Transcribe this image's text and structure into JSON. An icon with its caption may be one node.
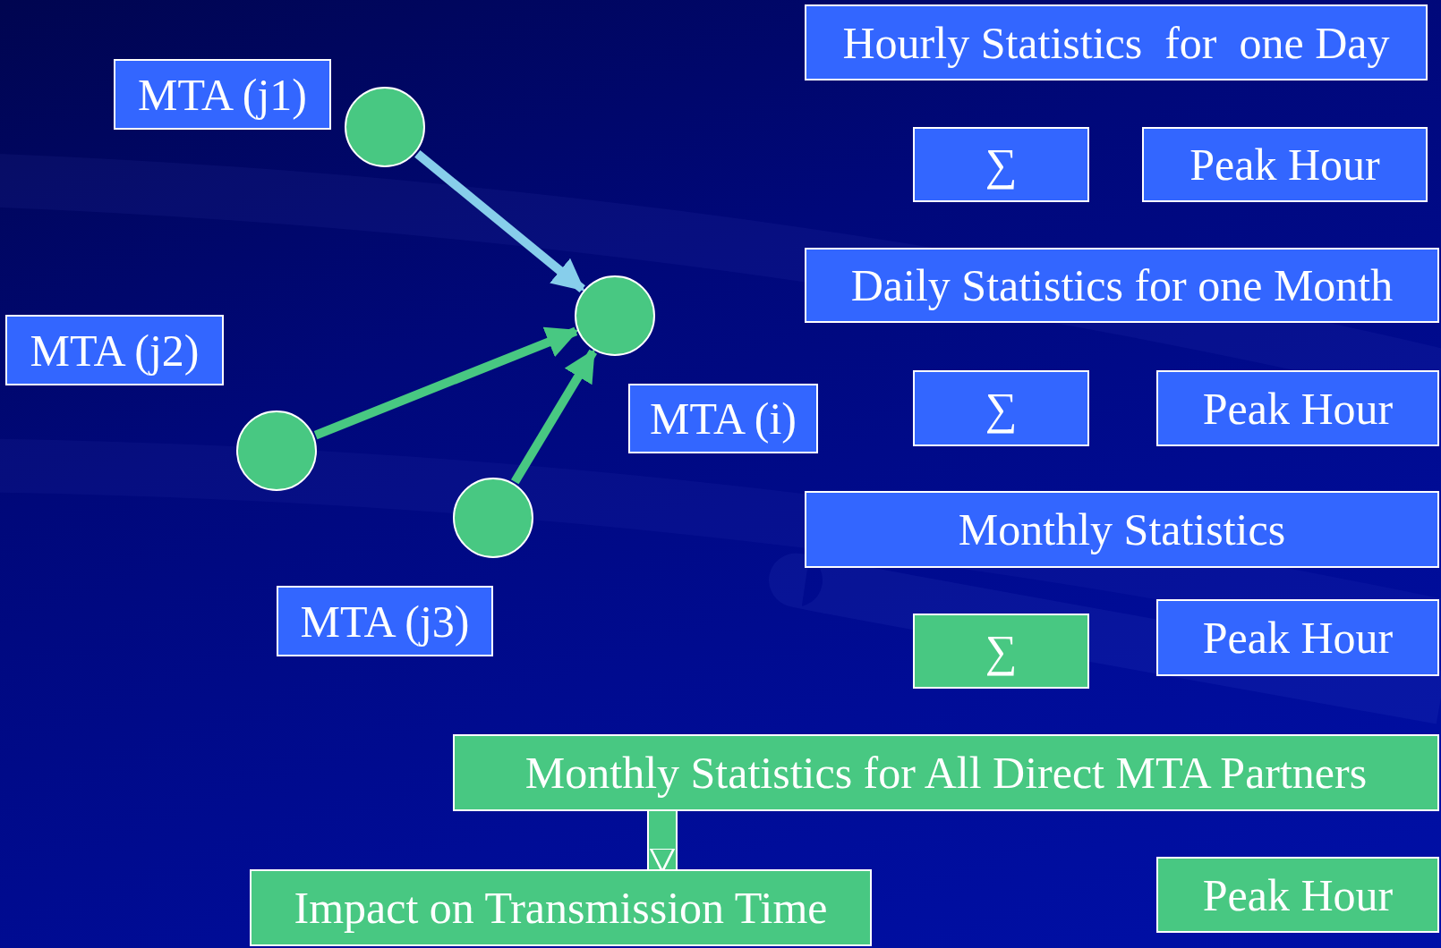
{
  "diagram": {
    "nodes": [
      {
        "text": [
          "MTA (j1)"
        ]
      },
      {
        "text": [],
        "shape": "circle"
      },
      {
        "text": [
          "MTA (j2)"
        ]
      },
      {
        "text": [],
        "shape": "circle"
      },
      {
        "text": [],
        "shape": "circle"
      },
      {
        "text": [
          "MTA (i)"
        ]
      },
      {
        "text": [],
        "shape": "circle"
      },
      {
        "text": [
          "MTA (j3)"
        ]
      },
      {
        "text": [
          "Hourly Statistics  for  one Day"
        ]
      },
      {
        "text": [
          "∑"
        ]
      },
      {
        "text": [
          "Peak Hour"
        ]
      },
      {
        "text": [
          "Daily Statistics for one Month"
        ]
      },
      {
        "text": [
          "∑"
        ]
      },
      {
        "text": [
          "Peak Hour"
        ]
      },
      {
        "text": [
          "Monthly Statistics"
        ]
      },
      {
        "text": [
          "∑"
        ]
      },
      {
        "text": [
          "Peak Hour"
        ]
      },
      {
        "text": [
          "Monthly Statistics for All Direct MTA Partners"
        ]
      },
      {
        "text": [
          "Impact on Transmission Time"
        ]
      },
      {
        "text": [
          "Peak Hour"
        ]
      }
    ],
    "edges": [
      {
        "from": 1,
        "to": 4,
        "arrow": "to",
        "color": "#87ceeb"
      },
      {
        "from": 3,
        "to": 4,
        "arrow": "to"
      },
      {
        "from": 6,
        "to": 4,
        "arrow": "to"
      },
      {
        "from": 17,
        "to": 18,
        "arrow": "to",
        "style": "thick"
      }
    ]
  }
}
